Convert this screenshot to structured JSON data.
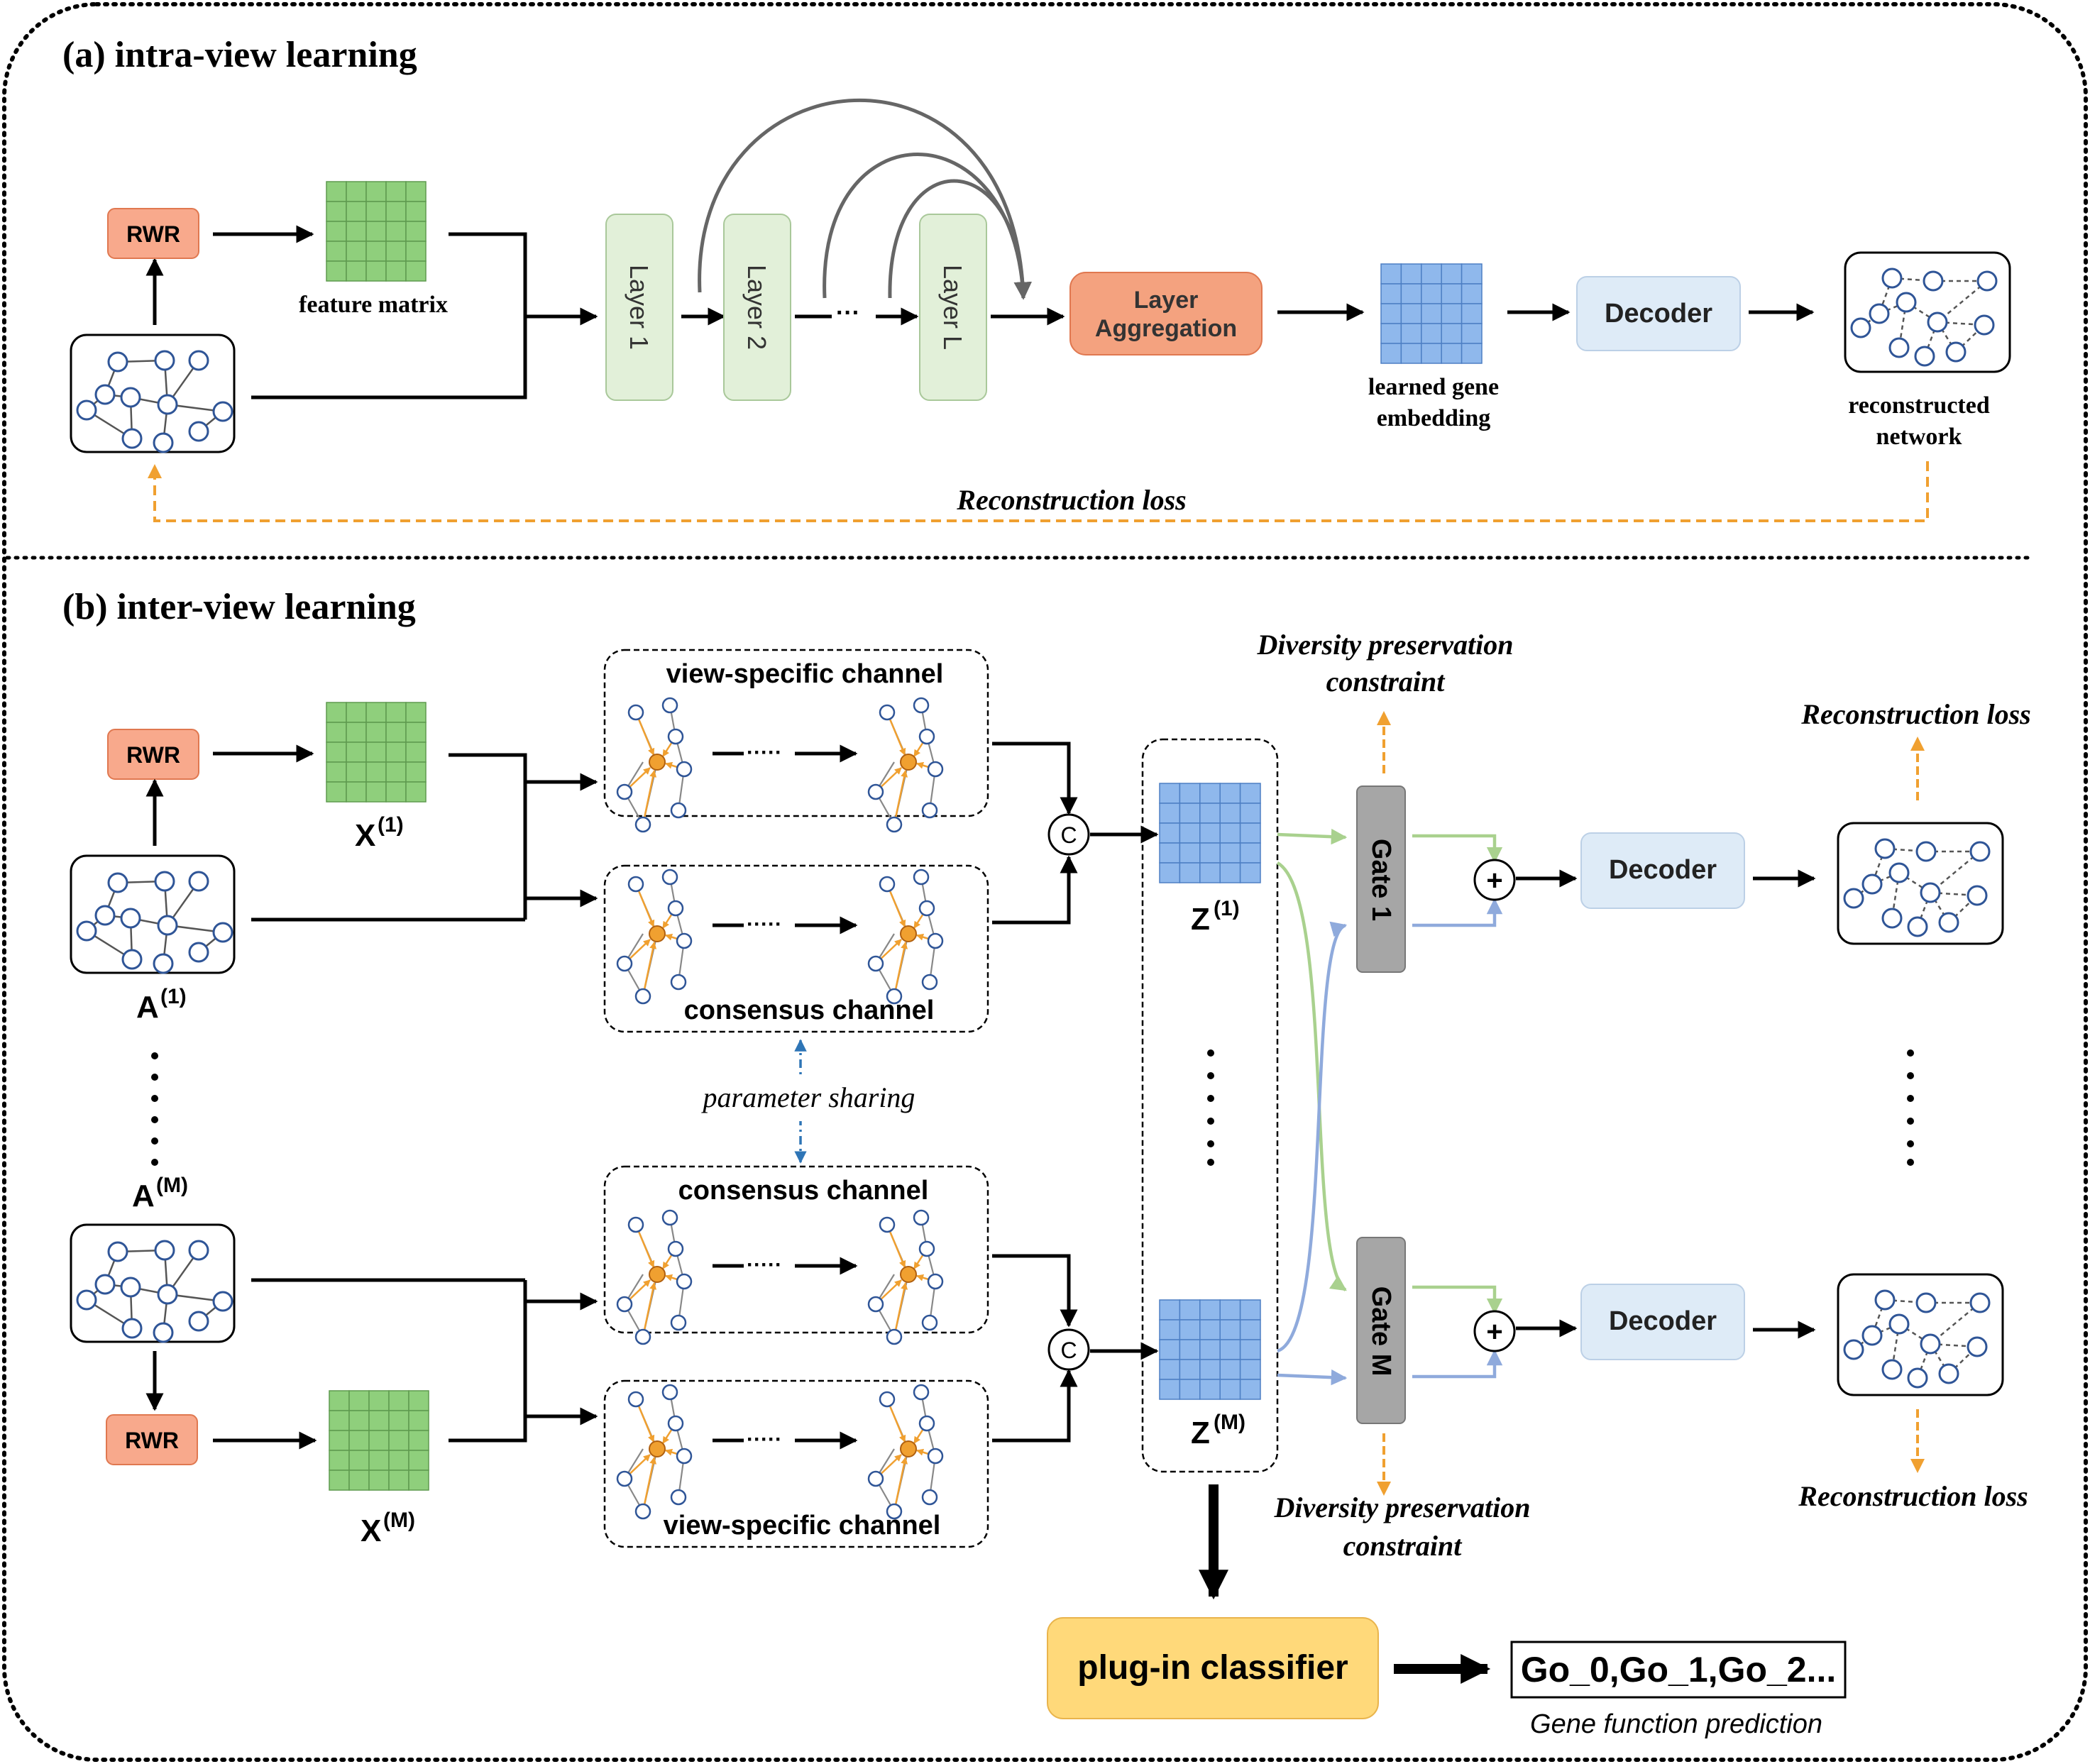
{
  "panel_a": {
    "title": "(a) intra-view learning",
    "rwr": "RWR",
    "feature_matrix": "feature matrix",
    "layer1": "Layer 1",
    "layer2": "Layer 2",
    "dots": "···",
    "layerL": "Layer L",
    "layer_aggregation_1": "Layer",
    "layer_aggregation_2": "Aggregation",
    "embedding_1": "learned gene",
    "embedding_2": "embedding",
    "decoder": "Decoder",
    "reconstructed_1": "reconstructed",
    "reconstructed_2": "network",
    "reconstruction_loss": "Reconstruction loss"
  },
  "panel_b": {
    "title": "(b) inter-view learning",
    "rwr": "RWR",
    "x1_base": "X",
    "x1_sup": "(1)",
    "xm_base": "X",
    "xm_sup": "(M)",
    "a1_base": "A",
    "a1_sup": "(1)",
    "am_base": "A",
    "am_sup": "(M)",
    "view_specific_channel": "view-specific channel",
    "consensus_channel": "consensus channel",
    "parameter_sharing": "parameter sharing",
    "concat": "C",
    "z1_base": "Z",
    "z1_sup": "(1)",
    "zm_base": "Z",
    "zm_sup": "(M)",
    "diversity_1": "Diversity preservation",
    "diversity_2": "constraint",
    "gate1": "Gate 1",
    "gateM": "Gate M",
    "plus": "+",
    "decoder": "Decoder",
    "reconstruction_loss": "Reconstruction loss",
    "classifier": "plug-in classifier",
    "go_output": "Go_0,Go_1,Go_2...",
    "gene_function_prediction": "Gene function prediction"
  },
  "colors": {
    "rwr_fill": "#f8a98c",
    "green_matrix": "#8fcf7c",
    "layer_fill": "#e2f0d9",
    "aggregation_fill": "#f4a27f",
    "blue_matrix": "#8fb8ec",
    "decoder_fill": "#deebf7",
    "node_stroke": "#2f5597",
    "orange_node": "#f0a030",
    "loss_arrow": "#f0a030",
    "green_line": "#a9d18e",
    "blue_line": "#8faadc",
    "gate_fill": "#a6a6a6",
    "classifier_fill": "#ffd97a"
  }
}
